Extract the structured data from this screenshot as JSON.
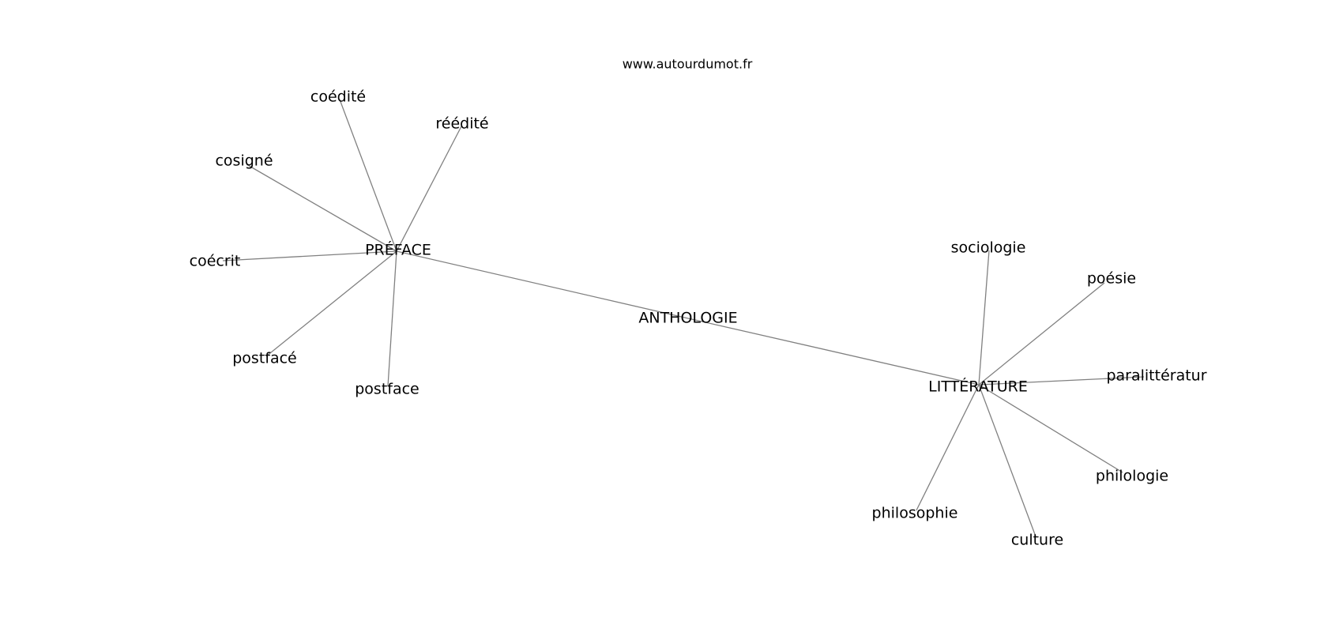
{
  "watermark": "www.autourdumot.fr",
  "colors": {
    "edge": "#808080",
    "label": "#000000",
    "background": "#ffffff"
  },
  "graph": {
    "nodes": [
      {
        "id": "anthologie",
        "label": "ANTHOLOGIE"
      },
      {
        "id": "preface",
        "label": "PRÉFACE"
      },
      {
        "id": "litterature",
        "label": "LITTÉRATURE"
      },
      {
        "id": "coedite",
        "label": "coédité"
      },
      {
        "id": "reedite",
        "label": "réédité"
      },
      {
        "id": "cosigne",
        "label": "cosigné"
      },
      {
        "id": "coecrit",
        "label": "coécrit"
      },
      {
        "id": "postface-adj",
        "label": "postfacé"
      },
      {
        "id": "postface",
        "label": "postface"
      },
      {
        "id": "sociologie",
        "label": "sociologie"
      },
      {
        "id": "poesie",
        "label": "poésie"
      },
      {
        "id": "paralitterature",
        "label": "paralittératur"
      },
      {
        "id": "philologie",
        "label": "philologie"
      },
      {
        "id": "philosophie",
        "label": "philosophie"
      },
      {
        "id": "culture",
        "label": "culture"
      }
    ],
    "edges": [
      [
        "anthologie",
        "preface"
      ],
      [
        "anthologie",
        "litterature"
      ],
      [
        "preface",
        "coedite"
      ],
      [
        "preface",
        "reedite"
      ],
      [
        "preface",
        "cosigne"
      ],
      [
        "preface",
        "coecrit"
      ],
      [
        "preface",
        "postface-adj"
      ],
      [
        "preface",
        "postface"
      ],
      [
        "litterature",
        "sociologie"
      ],
      [
        "litterature",
        "poesie"
      ],
      [
        "litterature",
        "paralitterature"
      ],
      [
        "litterature",
        "philologie"
      ],
      [
        "litterature",
        "philosophie"
      ],
      [
        "litterature",
        "culture"
      ]
    ]
  }
}
